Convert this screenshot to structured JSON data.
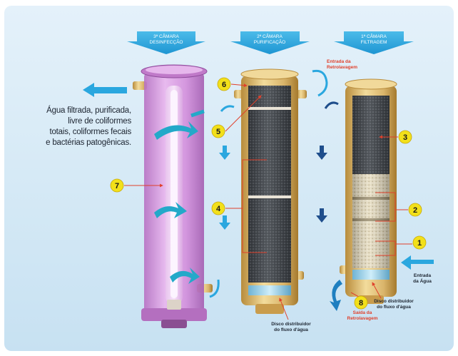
{
  "chamber_headers": [
    {
      "line1": "3ª CÂMARA",
      "line2": "DESINFECÇÃO"
    },
    {
      "line1": "2ª CÂMARA",
      "line2": "PURIFICAÇÃO"
    },
    {
      "line1": "1ª CÂMARA",
      "line2": "FILTRAGEM"
    }
  ],
  "side_text": {
    "line1": "Água filtrada, purificada,",
    "line2": "livre de coliformes",
    "line3": "totais, coliformes fecais",
    "line4": "e bactérias patogênicas."
  },
  "callouts": {
    "n1": "1",
    "n2": "2",
    "n3": "3",
    "n4": "4",
    "n5": "5",
    "n6": "6",
    "n7": "7",
    "n8": "8"
  },
  "labels": {
    "backwash_in_1": "Entrada da",
    "backwash_in_2": "Retrolavagem",
    "water_in_1": "Entrada",
    "water_in_2": "da Água",
    "disc_right_1": "Disco distribuidor",
    "disc_right_2": "do fluxo d'água",
    "backwash_out_1": "Saída da",
    "backwash_out_2": "Retrolavagem",
    "disc_mid_1": "Disco distribuidor",
    "disc_mid_2": "do fluxo d'água"
  },
  "colors": {
    "header_blue": "#2aa7df",
    "callout_yellow": "#f2e01a",
    "red": "#e0402b",
    "brass": "#d9b46a",
    "uv_purple": "#d08ad9"
  }
}
